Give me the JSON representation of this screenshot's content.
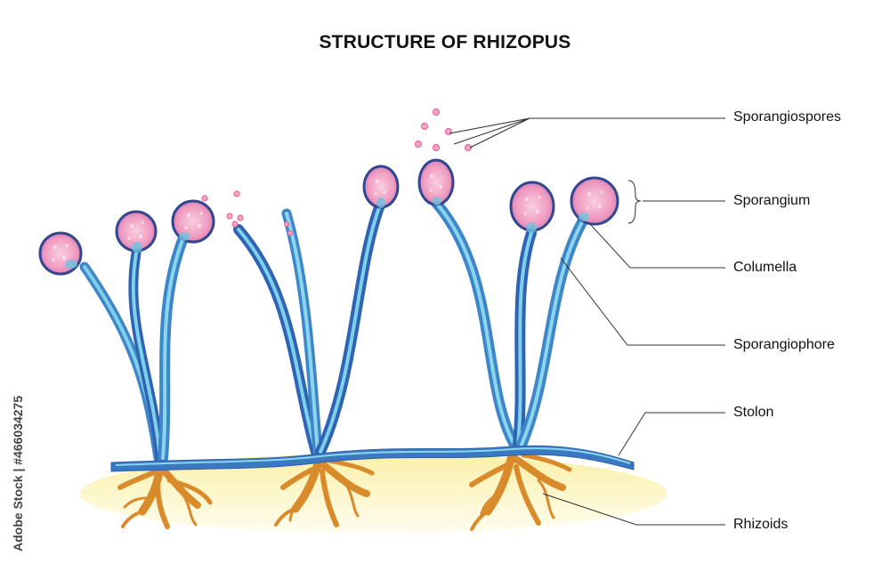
{
  "title": "STRUCTURE OF RHIZOPUS",
  "labels": {
    "sporangiospores": "Sporangiospores",
    "sporangium": "Sporangium",
    "columella": "Columella",
    "sporangiophore": "Sporangiophore",
    "stolon": "Stolon",
    "rhizoids": "Rhizoids"
  },
  "stock_id": "Adobe Stock | #466034275",
  "colors": {
    "hypha_light": "#5fb9d9",
    "hypha_dark": "#2f63b3",
    "sporangium_fill": "#f3a6c9",
    "sporangium_outline": "#33468f",
    "spore": "#e8699a",
    "rhizoid": "#d98a2b",
    "substrate": "#fdf5c4",
    "leader_line": "#333333"
  }
}
